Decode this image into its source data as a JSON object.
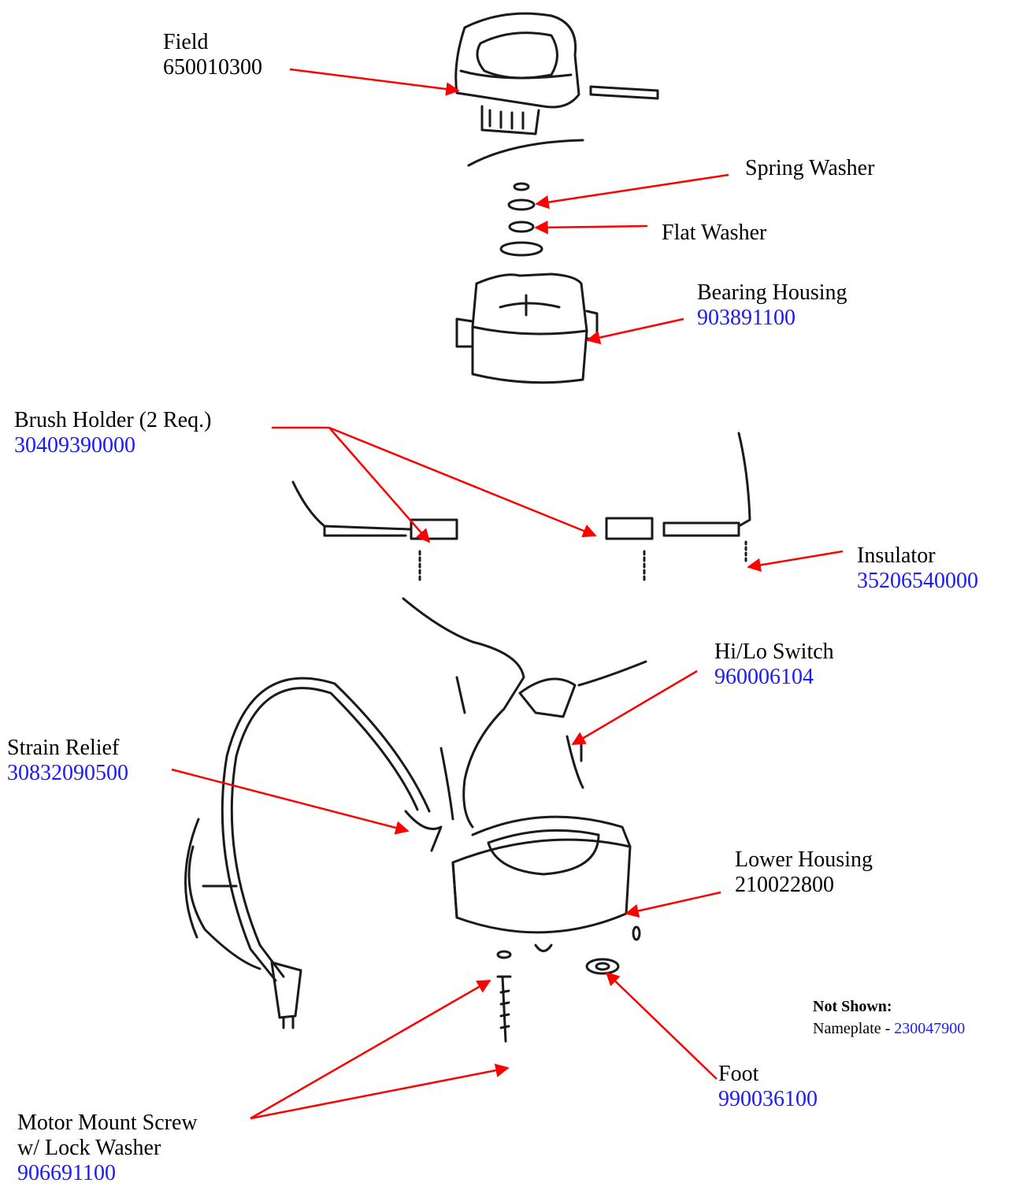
{
  "parts": {
    "field": {
      "name": "Field",
      "number": "650010300"
    },
    "spring_washer": {
      "name": "Spring Washer"
    },
    "flat_washer": {
      "name": "Flat Washer"
    },
    "bearing_housing": {
      "name": "Bearing Housing",
      "number": "903891100"
    },
    "brush_holder": {
      "name": "Brush Holder (2 Req.)",
      "number": "30409390000"
    },
    "insulator": {
      "name": "Insulator",
      "number": "35206540000"
    },
    "hilo_switch": {
      "name": "Hi/Lo Switch",
      "number": "960006104"
    },
    "strain_relief": {
      "name": "Strain Relief",
      "number": "30832090500"
    },
    "lower_housing": {
      "name": "Lower Housing",
      "number": "210022800"
    },
    "foot": {
      "name": "Foot",
      "number": "990036100"
    },
    "motor_mount_screw": {
      "name_line1": "Motor Mount Screw",
      "name_line2": "w/ Lock Washer",
      "number": "906691100"
    }
  },
  "not_shown": {
    "heading": "Not Shown:",
    "item_name": "Nameplate - ",
    "item_number": "230047900"
  },
  "colors": {
    "callout_arrow": "#ff0000",
    "part_number_link": "#1a1aff",
    "drawing": "#1a1a1a"
  }
}
